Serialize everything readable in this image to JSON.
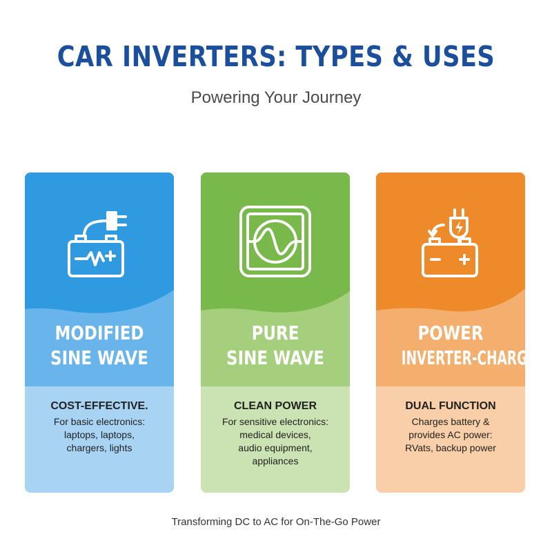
{
  "header": {
    "title": "CAR INVERTERS: TYPES & USES",
    "subtitle": "Powering Your Journey"
  },
  "cards": [
    {
      "icon": "battery-plug-wave-icon",
      "title_line1": "MODIFIED",
      "title_line2": "SINE WAVE",
      "heading": "COST-EFFECTIVE.",
      "body": [
        "For basic electronics:",
        "laptops, laptops,",
        "chargers, lights"
      ],
      "colors": {
        "top": "#2f9ae0",
        "mid": "#69b4ea",
        "bottom": "#a8d3f3"
      }
    },
    {
      "icon": "sine-wave-display-icon",
      "title_line1": "PURE",
      "title_line2": "SINE WAVE",
      "heading": "CLEAN POWER",
      "body": [
        "For sensitive electronics:",
        "medical devices,",
        "audio equipment,",
        "appliances"
      ],
      "colors": {
        "top": "#79b84a",
        "mid": "#a6cf7d",
        "bottom": "#cbe3b2"
      }
    },
    {
      "icon": "battery-charging-plug-icon",
      "title_line1": "POWER",
      "title_line2": "INVERTER-CHARGER",
      "heading": "DUAL FUNCTION",
      "body": [
        "Charges battery &",
        "provides AC power:",
        "RVats, backup power"
      ],
      "colors": {
        "top": "#ef8a2b",
        "mid": "#f4ae6e",
        "bottom": "#f8cfa8"
      }
    }
  ],
  "footer": {
    "text": "Transforming DC to AC for On-The-Go Power"
  }
}
